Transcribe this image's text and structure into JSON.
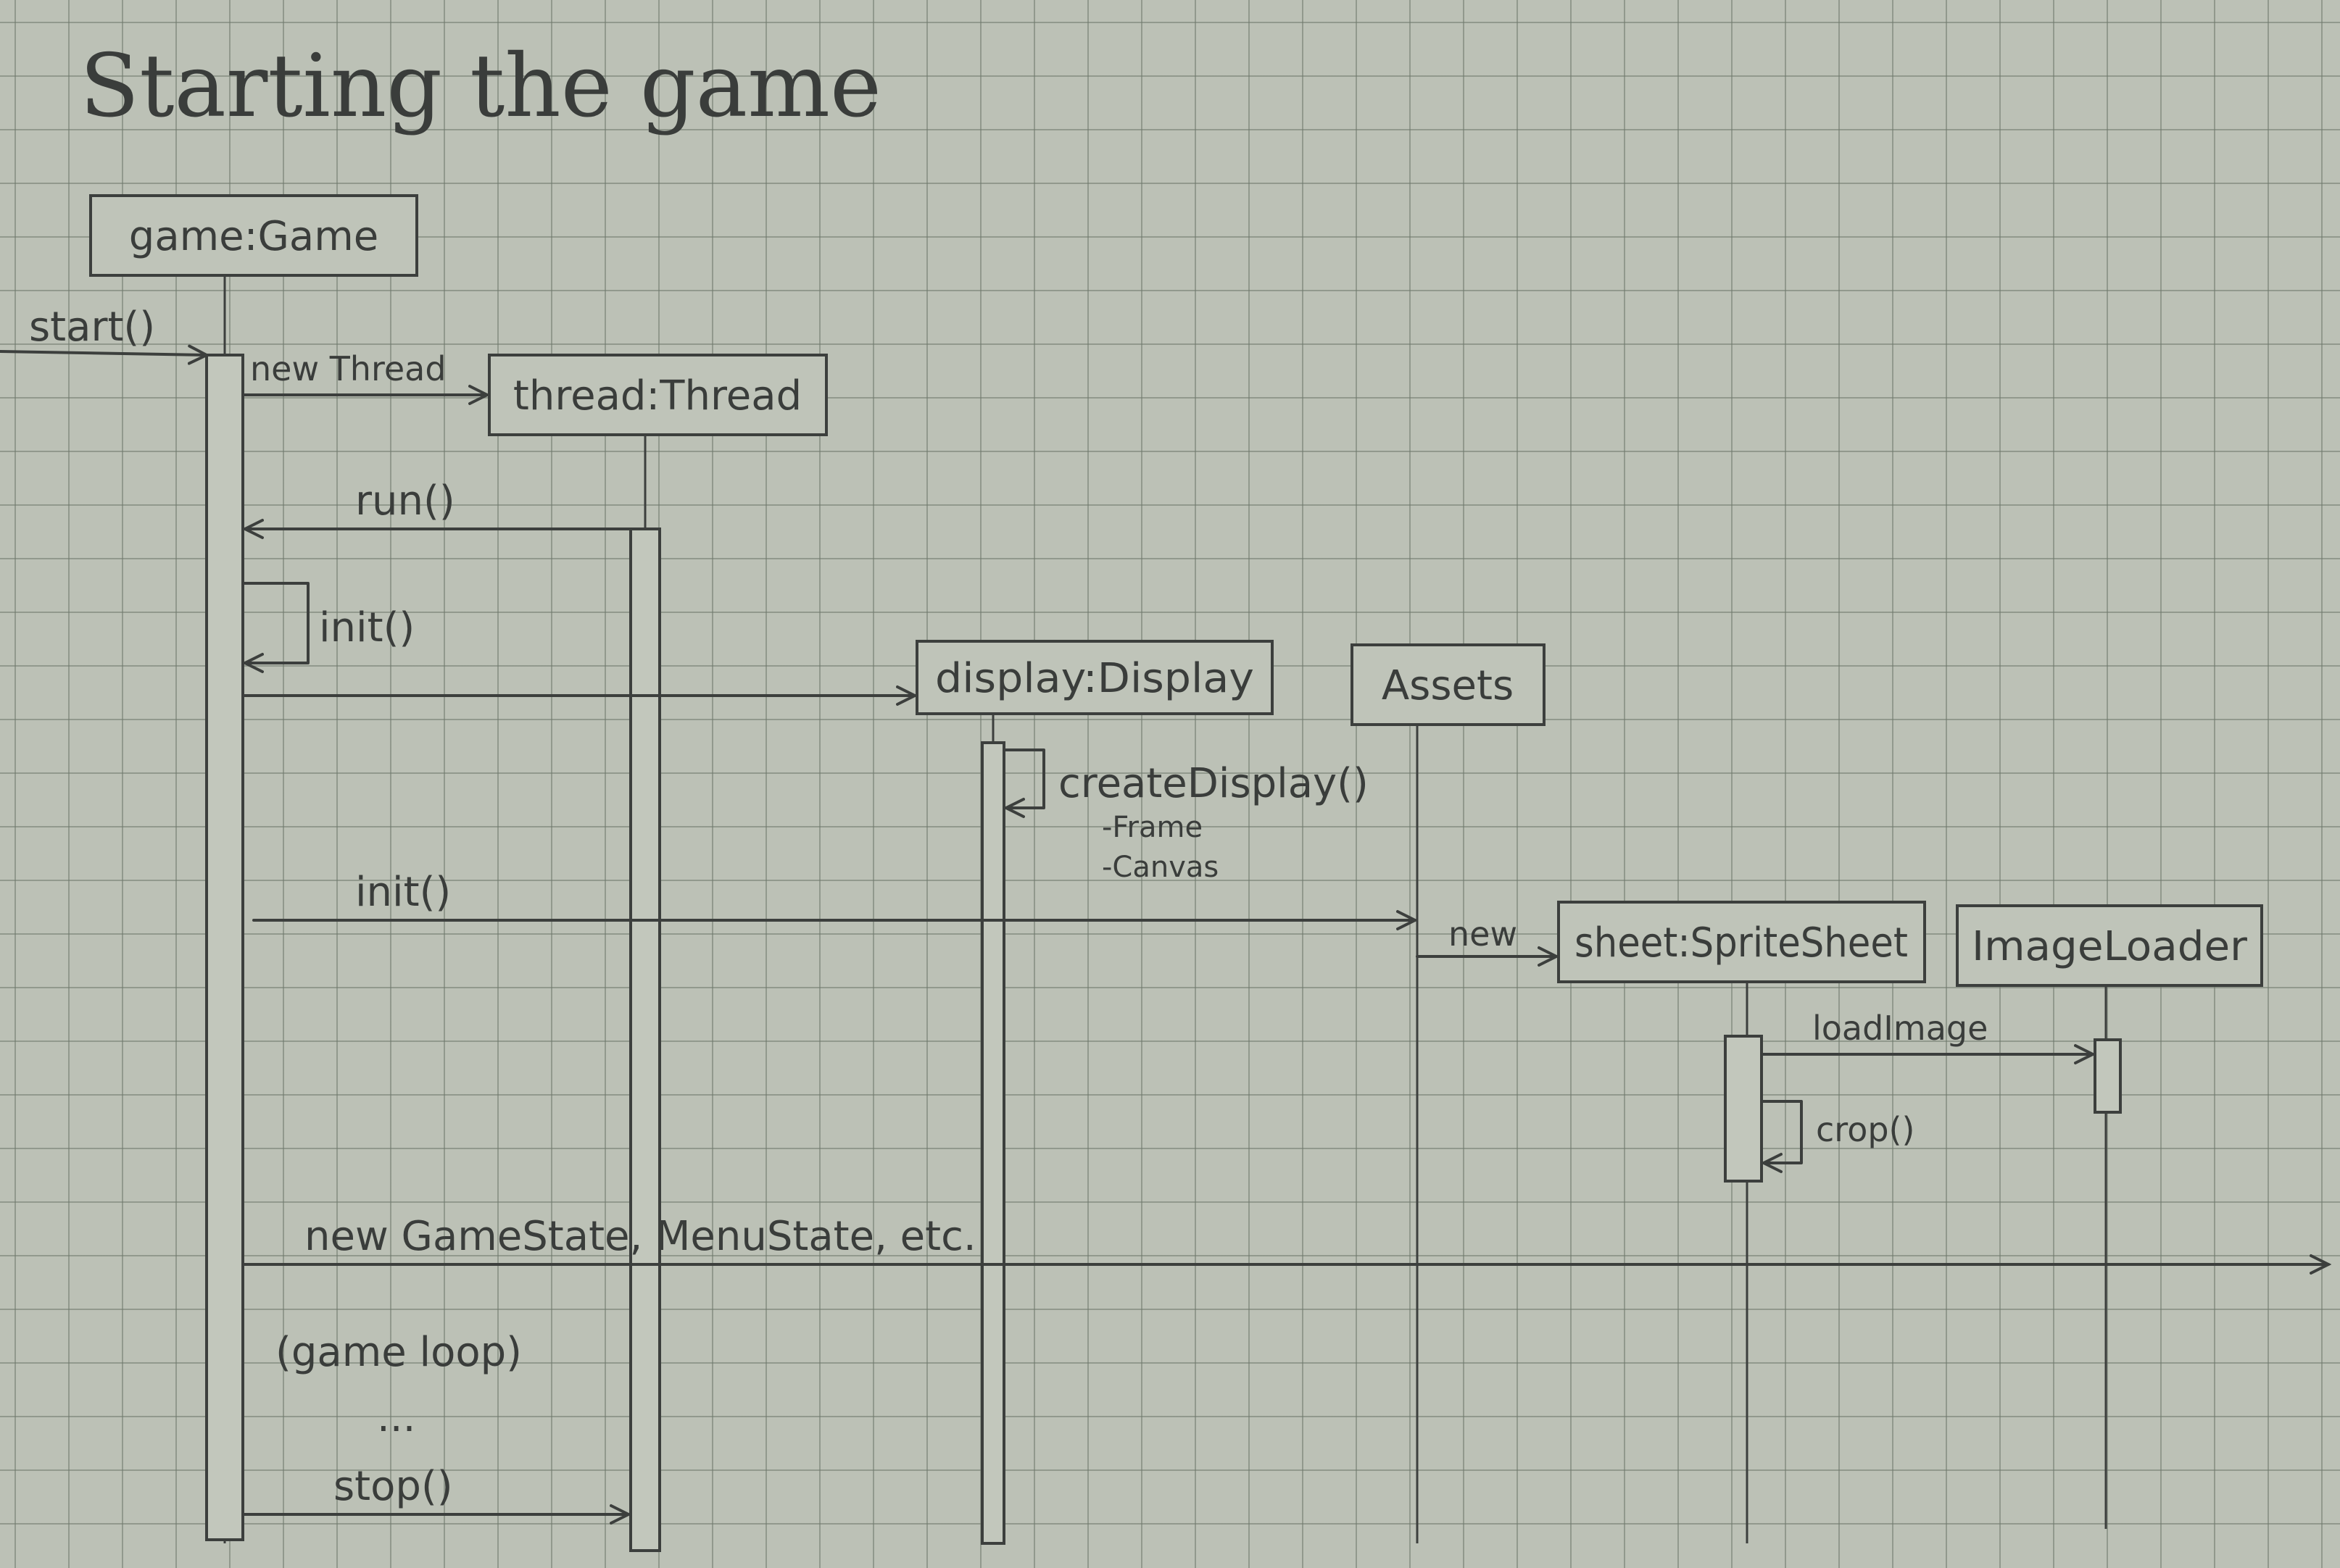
{
  "title": "Starting the game",
  "participants": {
    "game": "game:Game",
    "thread": "thread:Thread",
    "display": "display:Display",
    "assets": "Assets",
    "sheet": "sheet:SpriteSheet",
    "loader": "ImageLoader"
  },
  "messages": {
    "start": "start()",
    "new_thread": "new Thread",
    "run": "run()",
    "init_self": "init()",
    "create_display": "createDisplay()",
    "create_display_notes": [
      "-Frame",
      "-Canvas"
    ],
    "assets_init": "init()",
    "new_sheet": "new",
    "load_image": "loadImage",
    "crop": "crop()",
    "new_states": "new GameState, MenuState, etc.",
    "game_loop": "(game loop)",
    "ellipsis": "...",
    "stop": "stop()"
  }
}
